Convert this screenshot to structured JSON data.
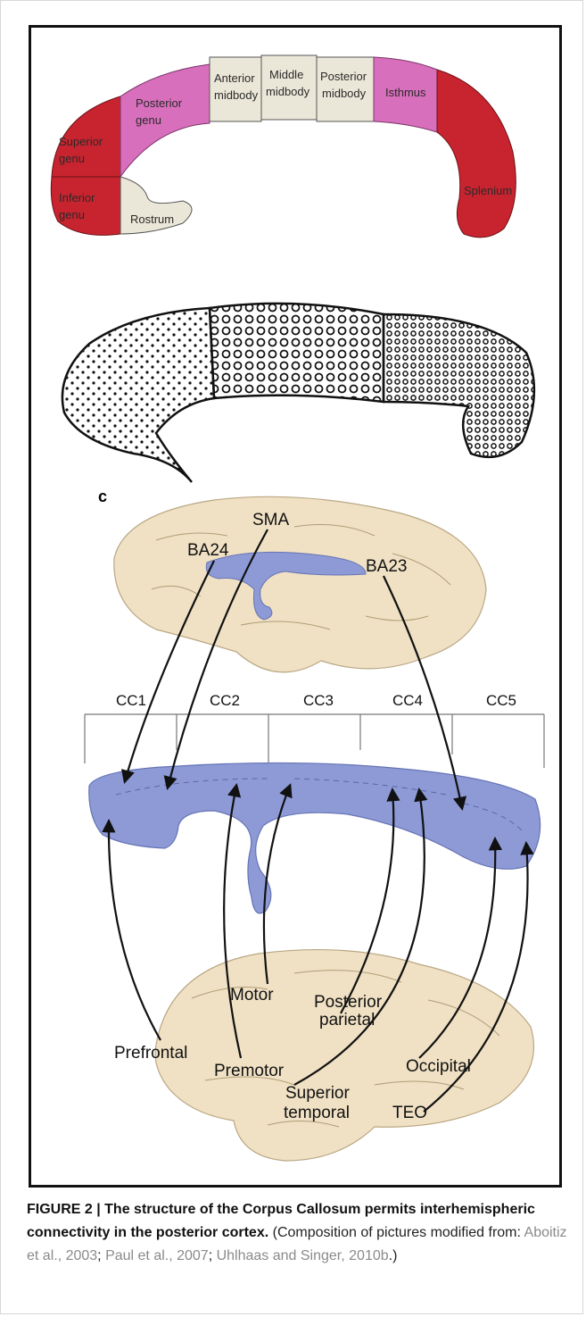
{
  "panel_a": {
    "regions": [
      {
        "label": "Superior\ngenu",
        "color": "#c8242f"
      },
      {
        "label": "Inferior\ngenu",
        "color": "#c8242f"
      },
      {
        "label": "Posterior\ngenu",
        "color": "#d86fbc"
      },
      {
        "label": "Rostrum",
        "color": "#ebe7d8"
      },
      {
        "label": "Anterior\nmidbody",
        "color": "#ebe7d8"
      },
      {
        "label": "Middle\nmidbody",
        "color": "#ebe7d8"
      },
      {
        "label": "Posterior\nmidbody",
        "color": "#ebe7d8"
      },
      {
        "label": "Isthmus",
        "color": "#d86fbc"
      },
      {
        "label": "Splenium",
        "color": "#c8242f"
      }
    ]
  },
  "panel_c": {
    "letter": "c",
    "top_labels": {
      "sma": "SMA",
      "ba24": "BA24",
      "ba23": "BA23"
    },
    "segments": [
      "CC1",
      "CC2",
      "CC3",
      "CC4",
      "CC5"
    ],
    "bottom_labels": {
      "prefrontal": "Prefrontal",
      "premotor": "Premotor",
      "motor": "Motor",
      "posterior": "Posterior",
      "parietal": "parietal",
      "superior": "Superior",
      "temporal": "temporal",
      "occipital": "Occipital",
      "teo": "TEO"
    }
  },
  "caption": {
    "bold": "FIGURE 2 | The structure of the Corpus Callosum permits interhemispheric connectivity in the posterior cortex.",
    "pre": " (Composition of pictures modified from: ",
    "ref1": "Aboitiz et al., 2003",
    "sep1": "; ",
    "ref2": "Paul et al., 2007",
    "sep2": "; ",
    "ref3": "Uhlhaas and Singer, 2010b",
    "post": ".)"
  },
  "colors": {
    "brain": "#f0e1c4",
    "callosum_blue": "#8d9ad6",
    "red": "#c8242f",
    "pink": "#d86fbc",
    "beige": "#ebe7d8"
  }
}
